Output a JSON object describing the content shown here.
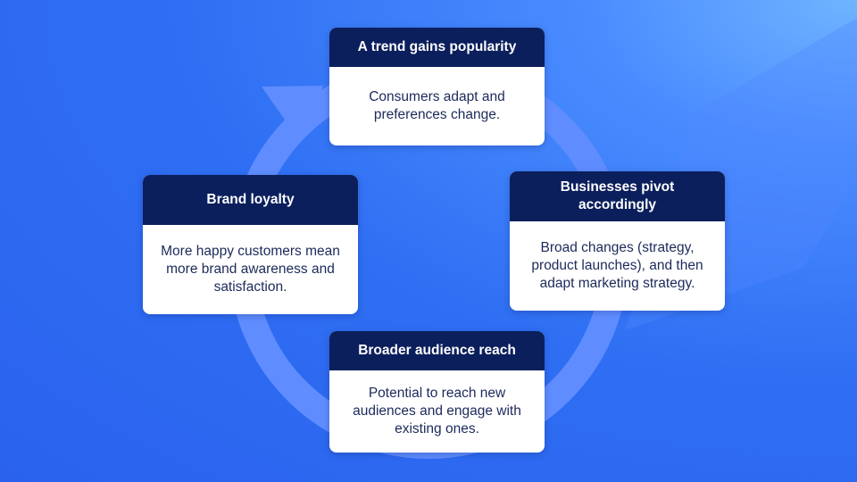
{
  "diagram": {
    "steps": [
      {
        "id": "top",
        "title": "A trend gains popularity",
        "body": "Consumers adapt and preferences change."
      },
      {
        "id": "right",
        "title": "Businesses pivot accordingly",
        "body": "Broad changes (strategy, product launches), and then adapt marketing strategy."
      },
      {
        "id": "bottom",
        "title": "Broader audience reach",
        "body": "Potential to reach new audiences and engage with existing ones."
      },
      {
        "id": "left",
        "title": "Brand loyalty",
        "body": "More happy customers mean more brand awareness and satisfaction."
      }
    ],
    "colors": {
      "background": "#2f6ff3",
      "cycle_ring": "#5f8dff",
      "card_header": "#0b1f5c",
      "card_body": "#ffffff",
      "body_text": "#1c2a5a"
    }
  }
}
